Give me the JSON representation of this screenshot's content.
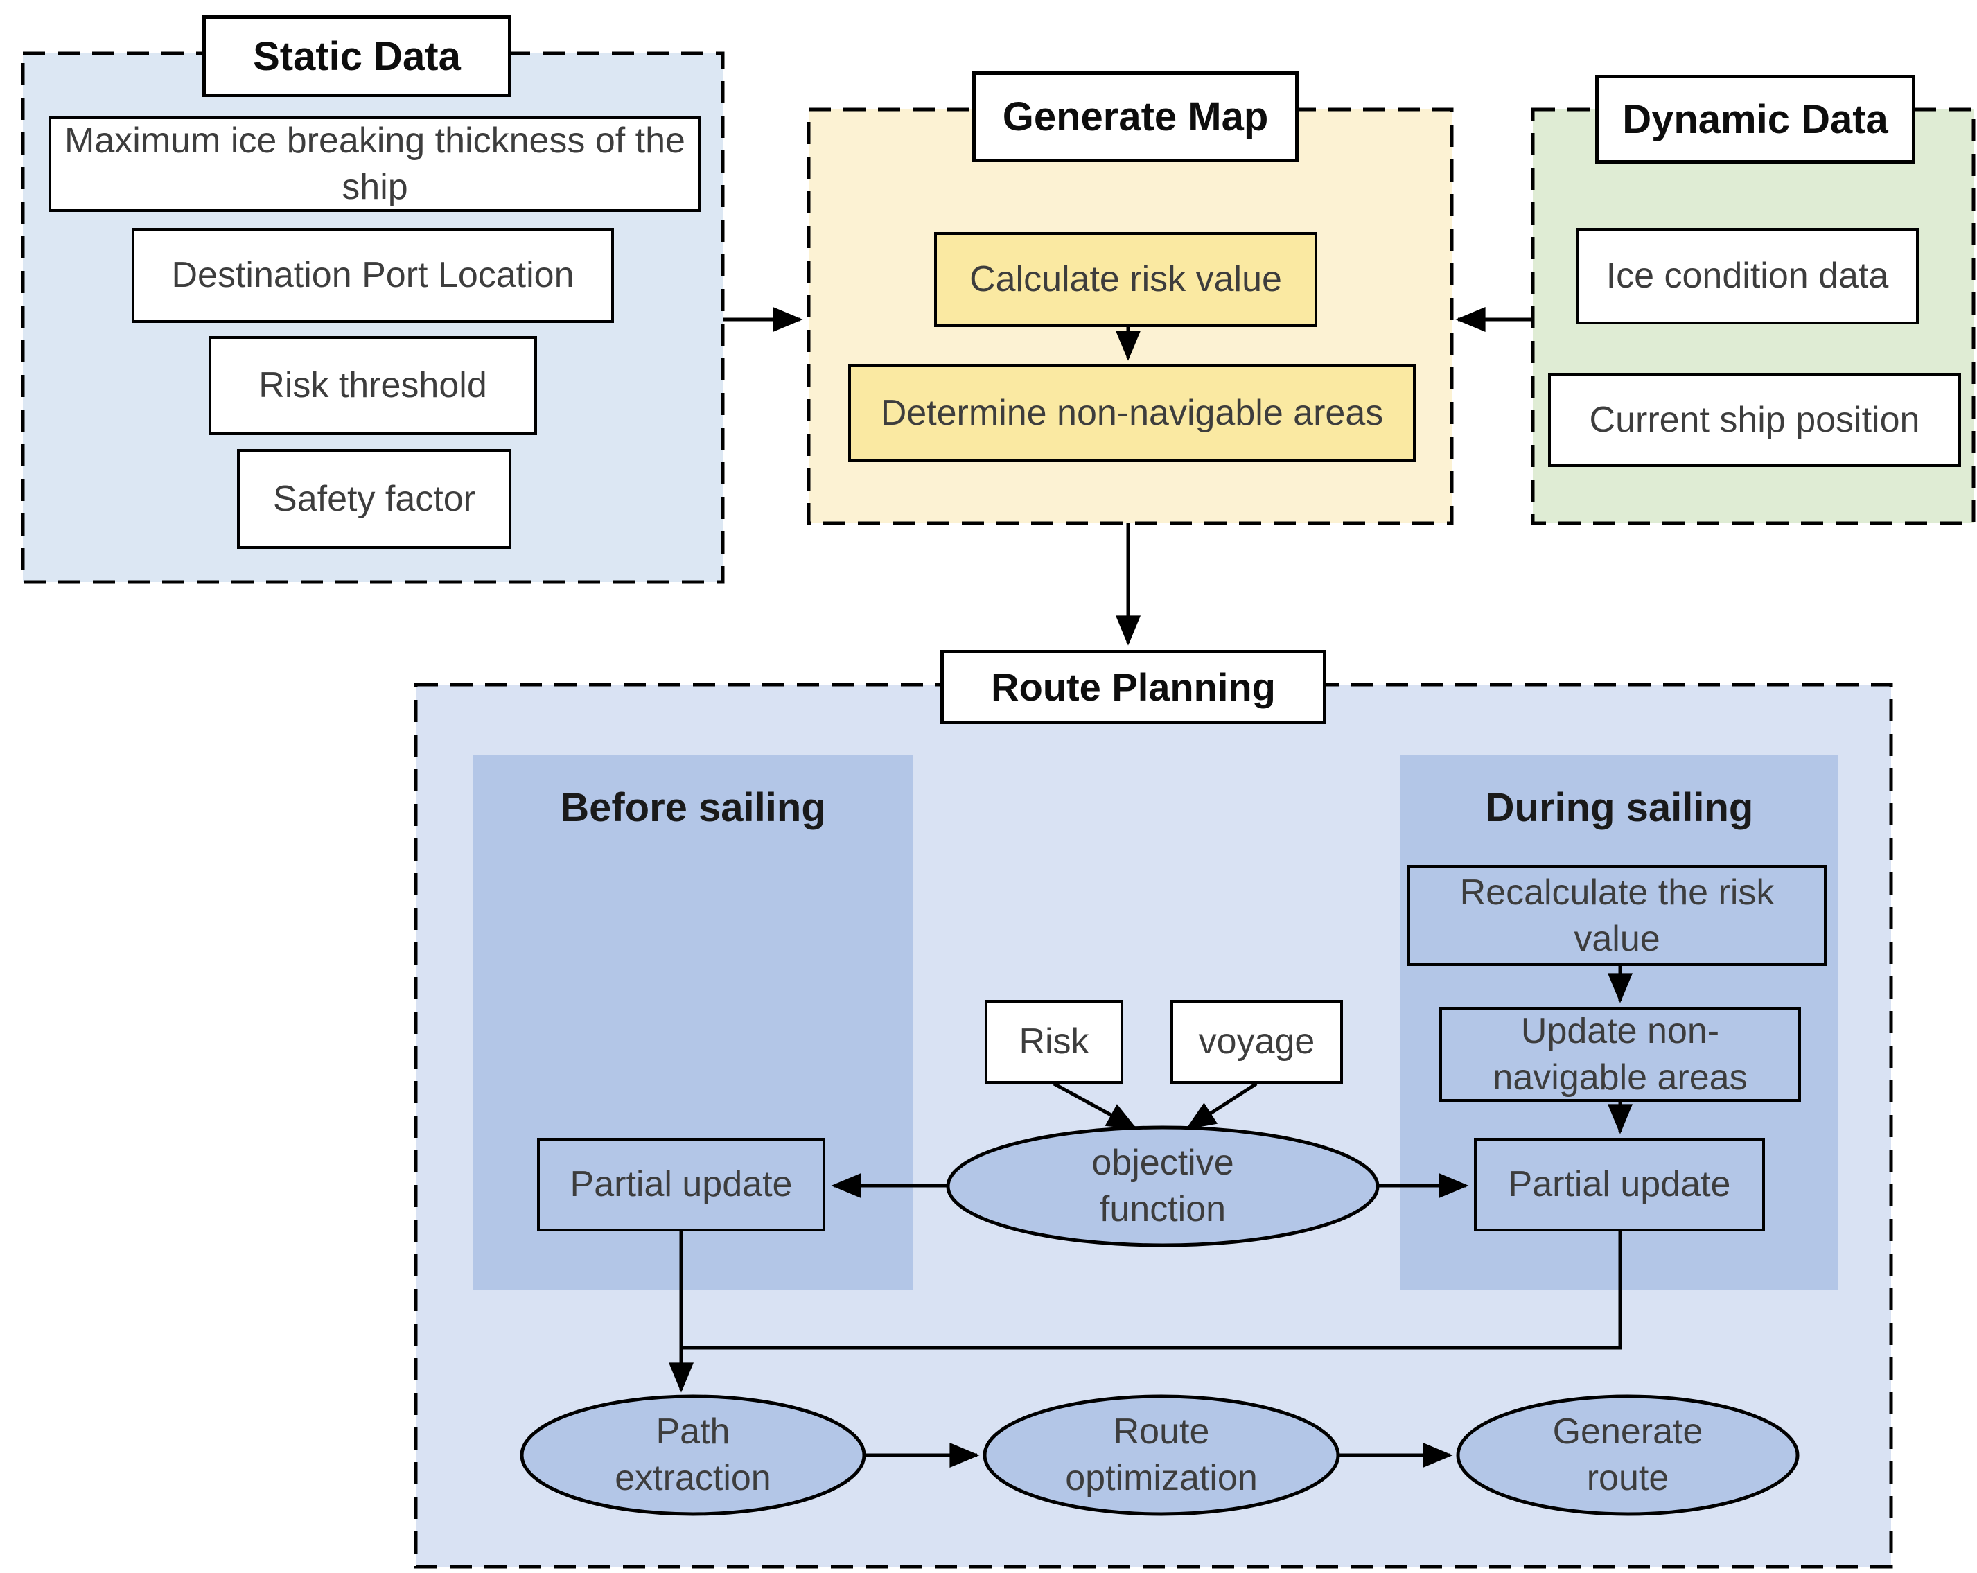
{
  "static_data": {
    "title": "Static Data",
    "items": [
      "Maximum ice breaking thickness of the ship",
      "Destination Port Location",
      "Risk threshold",
      "Safety factor"
    ]
  },
  "generate_map": {
    "title": "Generate Map",
    "steps": [
      "Calculate risk value",
      "Determine non-navigable areas"
    ]
  },
  "dynamic_data": {
    "title": "Dynamic Data",
    "items": [
      "Ice condition data",
      "Current ship position"
    ]
  },
  "route_planning": {
    "title": "Route Planning",
    "before_sailing": {
      "title": "Before sailing",
      "box": "Partial update"
    },
    "during_sailing": {
      "title": "During sailing",
      "steps": [
        "Recalculate the risk value",
        "Update non-navigable areas",
        "Partial update"
      ]
    },
    "objective_inputs": [
      "Risk",
      "voyage"
    ],
    "objective_function": "objective function",
    "pipeline": [
      "Path extraction",
      "Route optimization",
      "Generate route"
    ]
  },
  "colors": {
    "static_fill": "#dce7f3",
    "map_fill": "#fcf2d3",
    "map_step_fill": "#fae9a2",
    "dynamic_fill": "#dfecd4",
    "route_fill": "#d9e2f3",
    "panel_fill": "#b3c6e7",
    "outline": "#000000"
  }
}
